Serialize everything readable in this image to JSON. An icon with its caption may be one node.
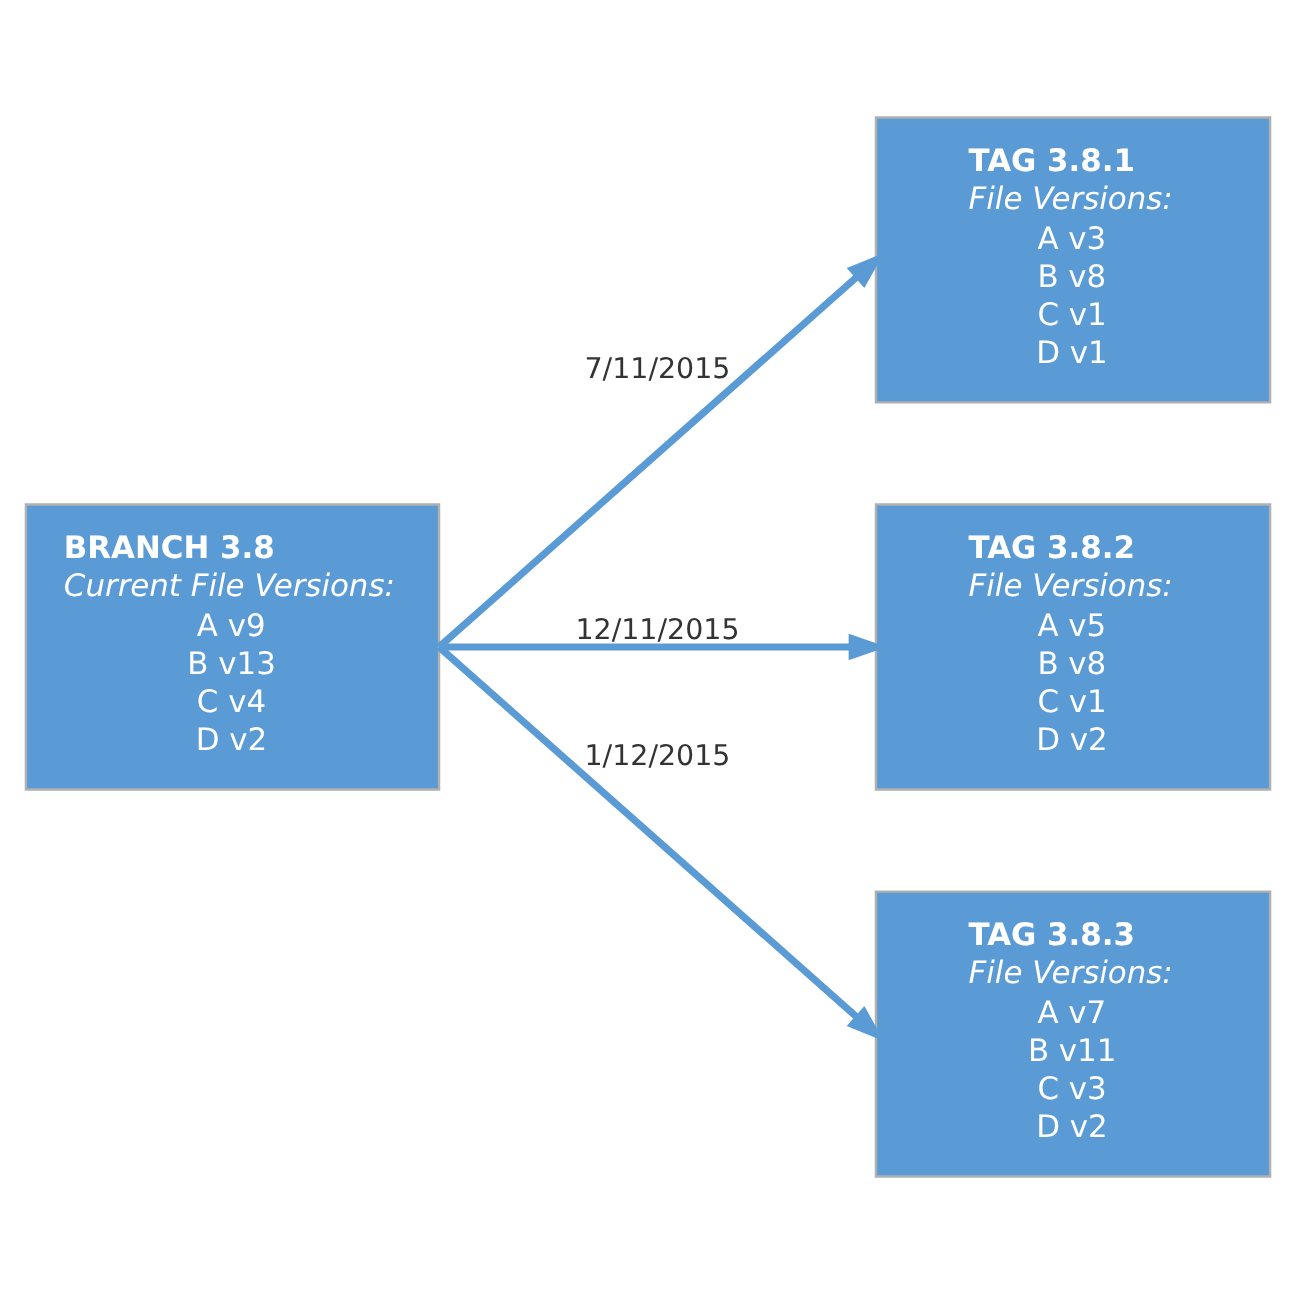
{
  "diagram": {
    "nodes": [
      {
        "text": [
          "BRANCH 3.8",
          "Current File Versions:",
          "A v9",
          "B v13",
          "C v4",
          "D v2"
        ]
      },
      {
        "text": [
          "TAG 3.8.1",
          "File Versions:",
          "A v3",
          "B v8",
          "C v1",
          "D v1"
        ]
      },
      {
        "text": [
          "TAG 3.8.2",
          "File Versions:",
          "A v5",
          "B v8",
          "C v1",
          "D v2"
        ]
      },
      {
        "text": [
          "TAG 3.8.3",
          "File Versions:",
          "A v7",
          "B v11",
          "C v3",
          "D v2"
        ]
      }
    ],
    "edges": [
      {
        "from": 0,
        "to": 1,
        "arrow": "to",
        "label": "7/11/2015"
      },
      {
        "from": 0,
        "to": 2,
        "arrow": "to",
        "label": "12/11/2015"
      },
      {
        "from": 0,
        "to": 3,
        "arrow": "to",
        "label": "1/12/2015"
      }
    ]
  }
}
